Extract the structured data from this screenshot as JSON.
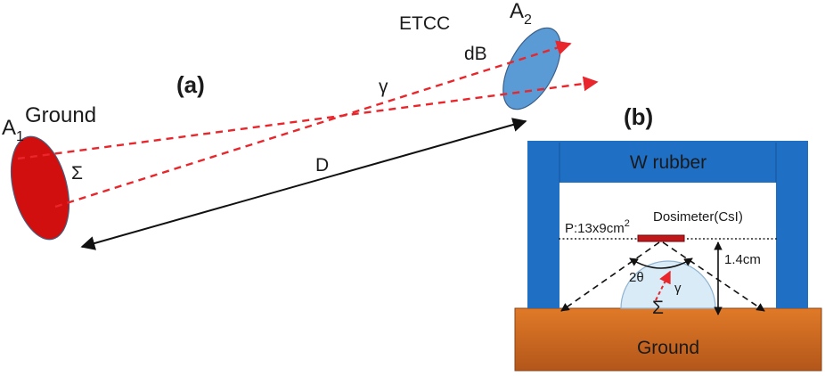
{
  "panel_a": {
    "label": "(a)",
    "source": {
      "symbol": "A",
      "subscript": "1",
      "name": "Ground",
      "sigma": "Σ"
    },
    "detector": {
      "symbol": "A",
      "subscript": "2",
      "name": "ETCC",
      "element": "dB"
    },
    "photon": "γ",
    "distance": "D"
  },
  "panel_b": {
    "label": "(b)",
    "shield": "W rubber",
    "detector_name": "Dosimeter(CsI)",
    "plane": {
      "text": "P:13x9cm",
      "superscript": "2"
    },
    "angle": "2θ",
    "height": "1.4cm",
    "photon": "γ",
    "sigma": "Σ",
    "ground": "Ground"
  },
  "colors": {
    "ray": "#e8262b",
    "source_fill": "#d20f0f",
    "detector_fill": "#5b9bd5",
    "shield": "#1f6fc5",
    "ground": "#c9641e",
    "dome": "#d9ebf7"
  }
}
